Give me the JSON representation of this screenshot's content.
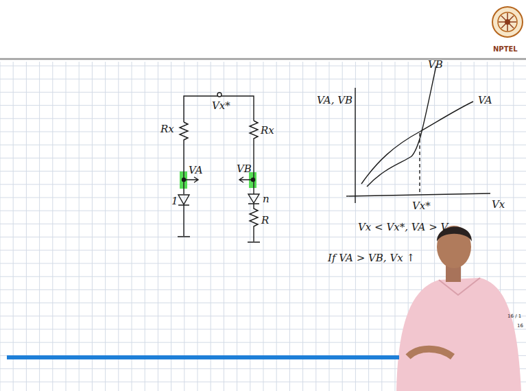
{
  "diagram": {
    "labels": [
      "NPTEL",
      "Vx*",
      "Rx",
      "Rx",
      "VA",
      "VB",
      "1",
      "n",
      "R",
      "VA, VB",
      "VB",
      "VA",
      "Vx*",
      "Vx",
      "Vx < Vx*, VA > V",
      "If VA > VB, Vx ↑",
      "16 / 1",
      "16"
    ]
  }
}
